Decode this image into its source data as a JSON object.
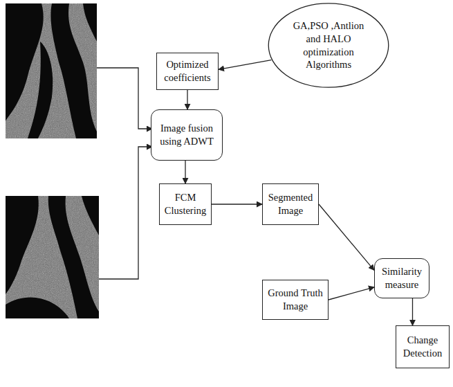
{
  "diagram": {
    "nodes": [
      {
        "text": [
          "GA,PSO ,Antlion and HALO optimization Algorithms"
        ]
      },
      {
        "text": [
          "Optimized coefficients"
        ]
      },
      {
        "text": [
          "Image fusion using ADWT"
        ]
      },
      {
        "text": [
          "FCM Clustering"
        ]
      },
      {
        "text": [
          "Segmented Image"
        ]
      },
      {
        "text": [
          "Similarity measure"
        ]
      },
      {
        "text": [
          "Ground Truth Image"
        ]
      },
      {
        "text": [
          "Change Detection"
        ]
      }
    ],
    "edges": [
      {
        "from": 0,
        "to": 1,
        "arrow": "to"
      },
      {
        "from": 1,
        "to": 2,
        "arrow": "to"
      },
      {
        "from": 2,
        "to": 3,
        "arrow": "to"
      },
      {
        "from": 3,
        "to": 4,
        "arrow": "to"
      },
      {
        "from": 4,
        "to": 5,
        "arrow": "to"
      },
      {
        "from": 6,
        "to": 5,
        "arrow": "to"
      },
      {
        "from": 5,
        "to": 7,
        "arrow": "to"
      }
    ]
  }
}
